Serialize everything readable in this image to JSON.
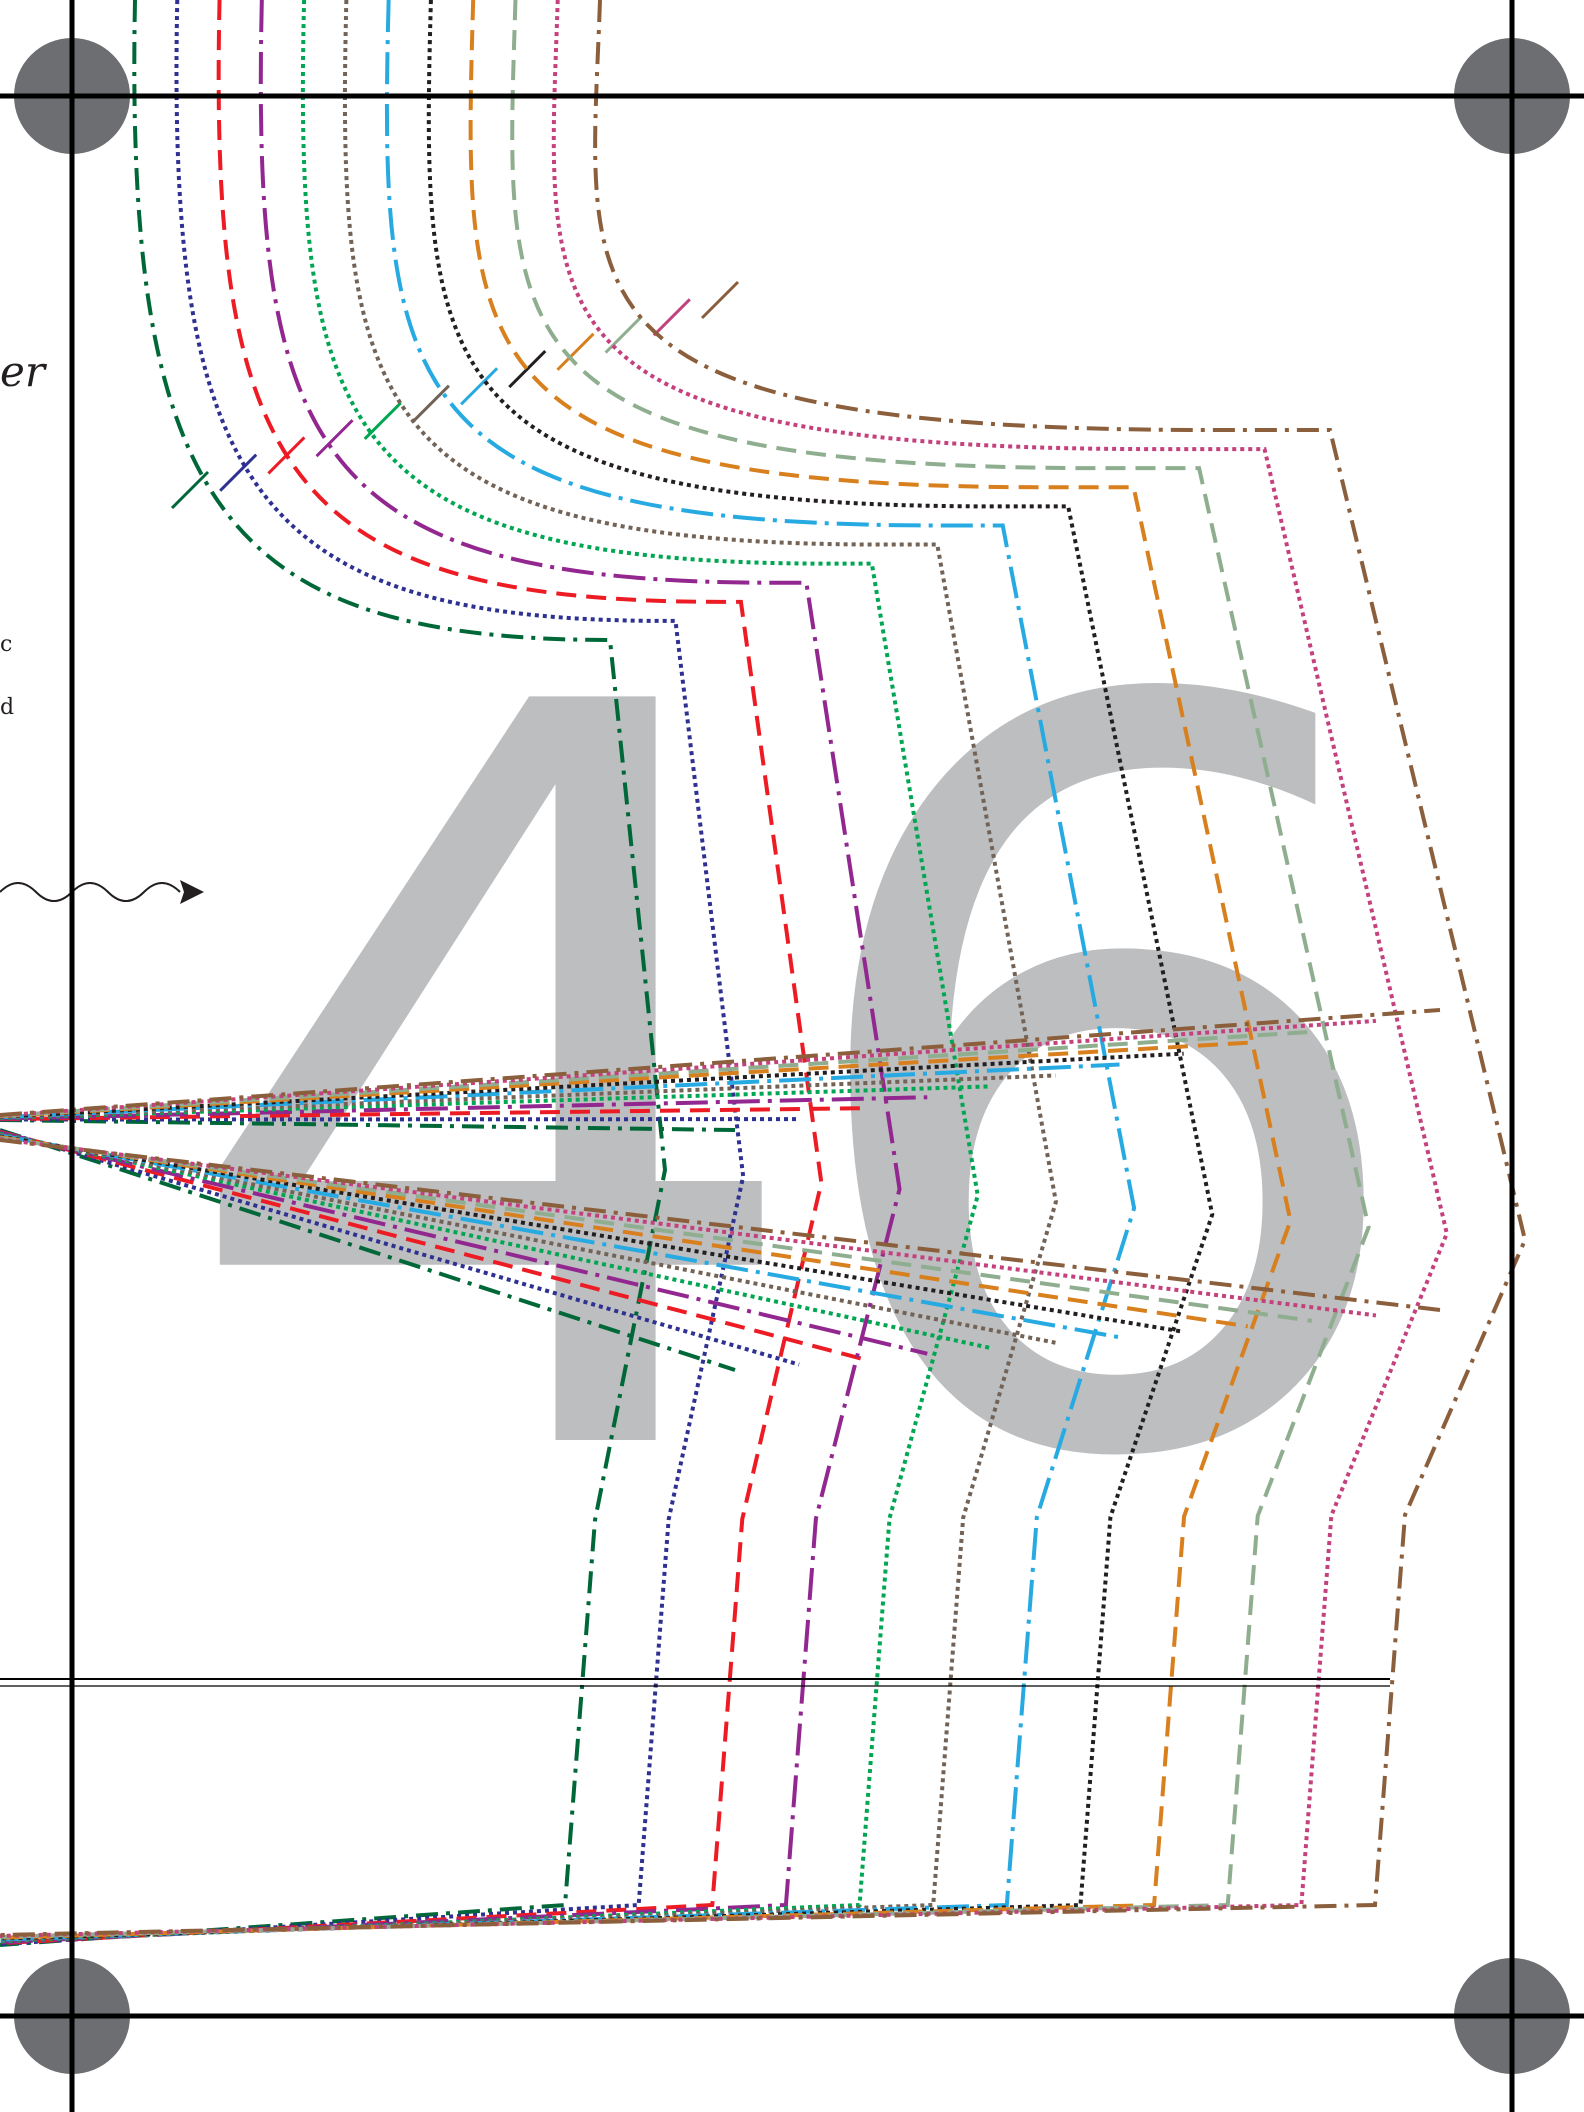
{
  "page_number": "46",
  "fragments": {
    "cut_off_italic": "er",
    "cut_off_line_1": "c",
    "cut_off_line_2": "d"
  },
  "colors": {
    "background": "#ffffff",
    "grid_line": "#000000",
    "registration_mark": "#6d6e71",
    "page_number": "#bcbec0"
  },
  "size_lines": [
    {
      "color": "#006838",
      "style": "dash-dot"
    },
    {
      "color": "#2e3192",
      "style": "dotted"
    },
    {
      "color": "#ed1c24",
      "style": "dashed"
    },
    {
      "color": "#92278f",
      "style": "long-dash-dot"
    },
    {
      "color": "#00a651",
      "style": "dotted"
    },
    {
      "color": "#736357",
      "style": "dotted"
    },
    {
      "color": "#27aae1",
      "style": "long-dash-dot"
    },
    {
      "color": "#231f20",
      "style": "dotted"
    },
    {
      "color": "#d87f1e",
      "style": "dashed"
    },
    {
      "color": "#8fae8f",
      "style": "dashed"
    },
    {
      "color": "#c4417e",
      "style": "dotted"
    },
    {
      "color": "#8b5e3c",
      "style": "dash-dot"
    }
  ]
}
